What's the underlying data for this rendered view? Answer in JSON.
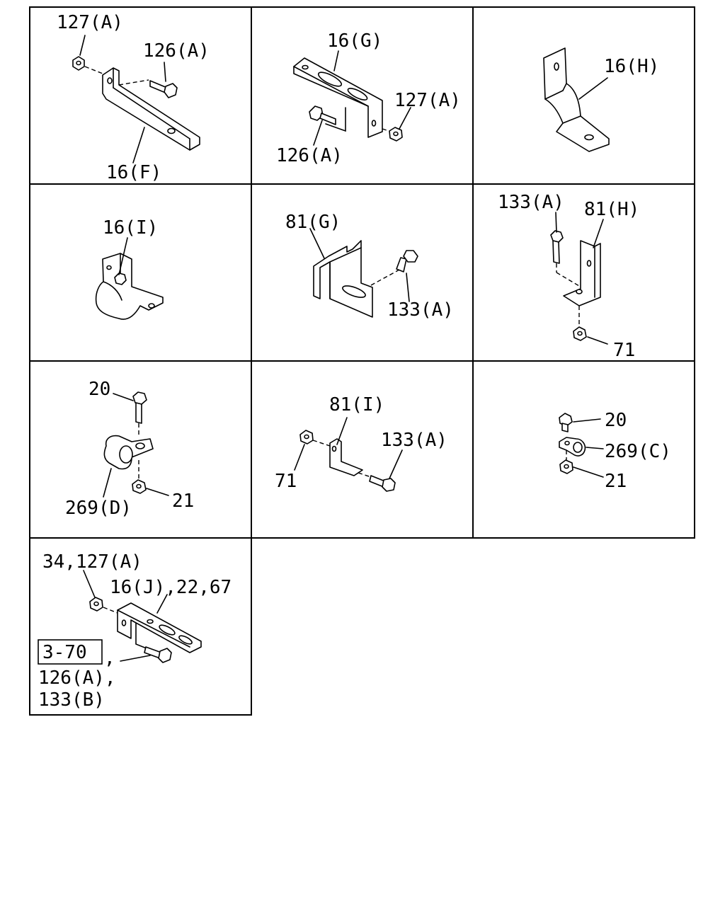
{
  "panels": [
    {
      "labels": {
        "nut": "127(A)",
        "bolt": "126(A)",
        "bracket": "16(F)"
      }
    },
    {
      "labels": {
        "bracket": "16(G)",
        "nut": "127(A)",
        "bolt": "126(A)"
      }
    },
    {
      "labels": {
        "bracket": "16(H)"
      }
    },
    {
      "labels": {
        "bracket": "16(I)"
      }
    },
    {
      "labels": {
        "bracket": "81(G)",
        "bolt": "133(A)"
      }
    },
    {
      "labels": {
        "bolt": "133(A)",
        "bracket": "81(H)",
        "nut": "71"
      }
    },
    {
      "labels": {
        "bolt": "20",
        "clip": "269(D)",
        "nut": "21"
      }
    },
    {
      "labels": {
        "bracket": "81(I)",
        "nut": "71",
        "bolt": "133(A)"
      }
    },
    {
      "labels": {
        "bolt": "20",
        "clip": "269(C)",
        "nut": "21"
      }
    },
    {
      "labels": {
        "nut": "34,127(A)",
        "bracket": "16(J),22,67",
        "ref_box": "3-70",
        "ref_tail": ",",
        "bolt_1": "126(A),",
        "bolt_2": "133(B)"
      }
    }
  ]
}
